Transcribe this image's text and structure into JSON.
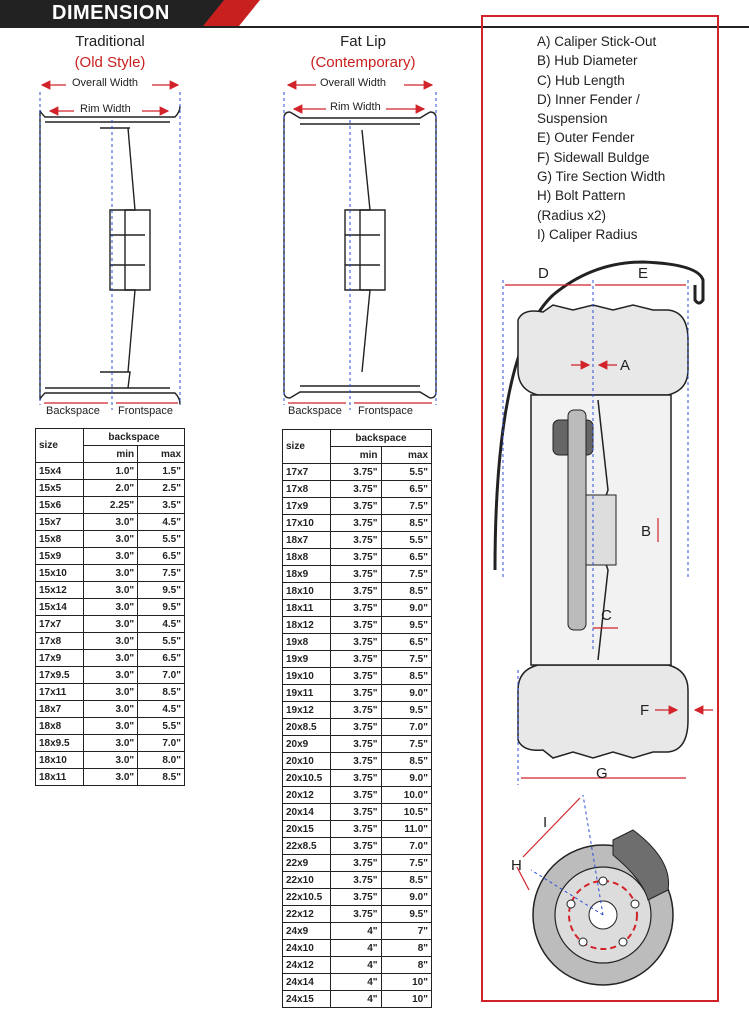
{
  "title": "DIMENSION",
  "traditional": {
    "title": "Traditional",
    "subtitle": "(Old Style)",
    "overall_width": "Overall Width",
    "rim_width": "Rim Width",
    "backspace": "Backspace",
    "frontspace": "Frontspace"
  },
  "fatlip": {
    "title": "Fat Lip",
    "subtitle": "(Contemporary)",
    "overall_width": "Overall Width",
    "rim_width": "Rim Width",
    "backspace": "Backspace",
    "frontspace": "Frontspace"
  },
  "table_headers": {
    "size": "size",
    "backspace": "backspace",
    "min": "min",
    "max": "max"
  },
  "table1": [
    [
      "15x4",
      "1.0\"",
      "1.5\""
    ],
    [
      "15x5",
      "2.0\"",
      "2.5\""
    ],
    [
      "15x6",
      "2.25\"",
      "3.5\""
    ],
    [
      "15x7",
      "3.0\"",
      "4.5\""
    ],
    [
      "15x8",
      "3.0\"",
      "5.5\""
    ],
    [
      "15x9",
      "3.0\"",
      "6.5\""
    ],
    [
      "15x10",
      "3.0\"",
      "7.5\""
    ],
    [
      "15x12",
      "3.0\"",
      "9.5\""
    ],
    [
      "15x14",
      "3.0\"",
      "9.5\""
    ],
    [
      "17x7",
      "3.0\"",
      "4.5\""
    ],
    [
      "17x8",
      "3.0\"",
      "5.5\""
    ],
    [
      "17x9",
      "3.0\"",
      "6.5\""
    ],
    [
      "17x9.5",
      "3.0\"",
      "7.0\""
    ],
    [
      "17x11",
      "3.0\"",
      "8.5\""
    ],
    [
      "18x7",
      "3.0\"",
      "4.5\""
    ],
    [
      "18x8",
      "3.0\"",
      "5.5\""
    ],
    [
      "18x9.5",
      "3.0\"",
      "7.0\""
    ],
    [
      "18x10",
      "3.0\"",
      "8.0\""
    ],
    [
      "18x11",
      "3.0\"",
      "8.5\""
    ]
  ],
  "table2": [
    [
      "17x7",
      "3.75\"",
      "5.5\""
    ],
    [
      "17x8",
      "3.75\"",
      "6.5\""
    ],
    [
      "17x9",
      "3.75\"",
      "7.5\""
    ],
    [
      "17x10",
      "3.75\"",
      "8.5\""
    ],
    [
      "18x7",
      "3.75\"",
      "5.5\""
    ],
    [
      "18x8",
      "3.75\"",
      "6.5\""
    ],
    [
      "18x9",
      "3.75\"",
      "7.5\""
    ],
    [
      "18x10",
      "3.75\"",
      "8.5\""
    ],
    [
      "18x11",
      "3.75\"",
      "9.0\""
    ],
    [
      "18x12",
      "3.75\"",
      "9.5\""
    ],
    [
      "19x8",
      "3.75\"",
      "6.5\""
    ],
    [
      "19x9",
      "3.75\"",
      "7.5\""
    ],
    [
      "19x10",
      "3.75\"",
      "8.5\""
    ],
    [
      "19x11",
      "3.75\"",
      "9.0\""
    ],
    [
      "19x12",
      "3.75\"",
      "9.5\""
    ],
    [
      "20x8.5",
      "3.75\"",
      "7.0\""
    ],
    [
      "20x9",
      "3.75\"",
      "7.5\""
    ],
    [
      "20x10",
      "3.75\"",
      "8.5\""
    ],
    [
      "20x10.5",
      "3.75\"",
      "9.0\""
    ],
    [
      "20x12",
      "3.75\"",
      "10.0\""
    ],
    [
      "20x14",
      "3.75\"",
      "10.5\""
    ],
    [
      "20x15",
      "3.75\"",
      "11.0\""
    ],
    [
      "22x8.5",
      "3.75\"",
      "7.0\""
    ],
    [
      "22x9",
      "3.75\"",
      "7.5\""
    ],
    [
      "22x10",
      "3.75\"",
      "8.5\""
    ],
    [
      "22x10.5",
      "3.75\"",
      "9.0\""
    ],
    [
      "22x12",
      "3.75\"",
      "9.5\""
    ],
    [
      "24x9",
      "4\"",
      "7\""
    ],
    [
      "24x10",
      "4\"",
      "8\""
    ],
    [
      "24x12",
      "4\"",
      "8\""
    ],
    [
      "24x14",
      "4\"",
      "10\""
    ],
    [
      "24x15",
      "4\"",
      "10\""
    ]
  ],
  "legend": [
    "A) Caliper Stick-Out",
    "B) Hub Diameter",
    "C) Hub Length",
    "D) Inner Fender /",
    "Suspension",
    "E) Outer Fender",
    "F) Sidewall Buldge",
    "G) Tire Section Width",
    "H) Bolt Pattern",
    "(Radius x2)",
    "I) Caliper Radius"
  ],
  "diagram_letters": {
    "a": "A",
    "b": "B",
    "c": "C",
    "d": "D",
    "e": "E",
    "f": "F",
    "g": "G",
    "h": "H",
    "i": "I"
  },
  "colors": {
    "accent": "#d2232a",
    "dark": "#222222",
    "guide": "#2b4fd6"
  }
}
